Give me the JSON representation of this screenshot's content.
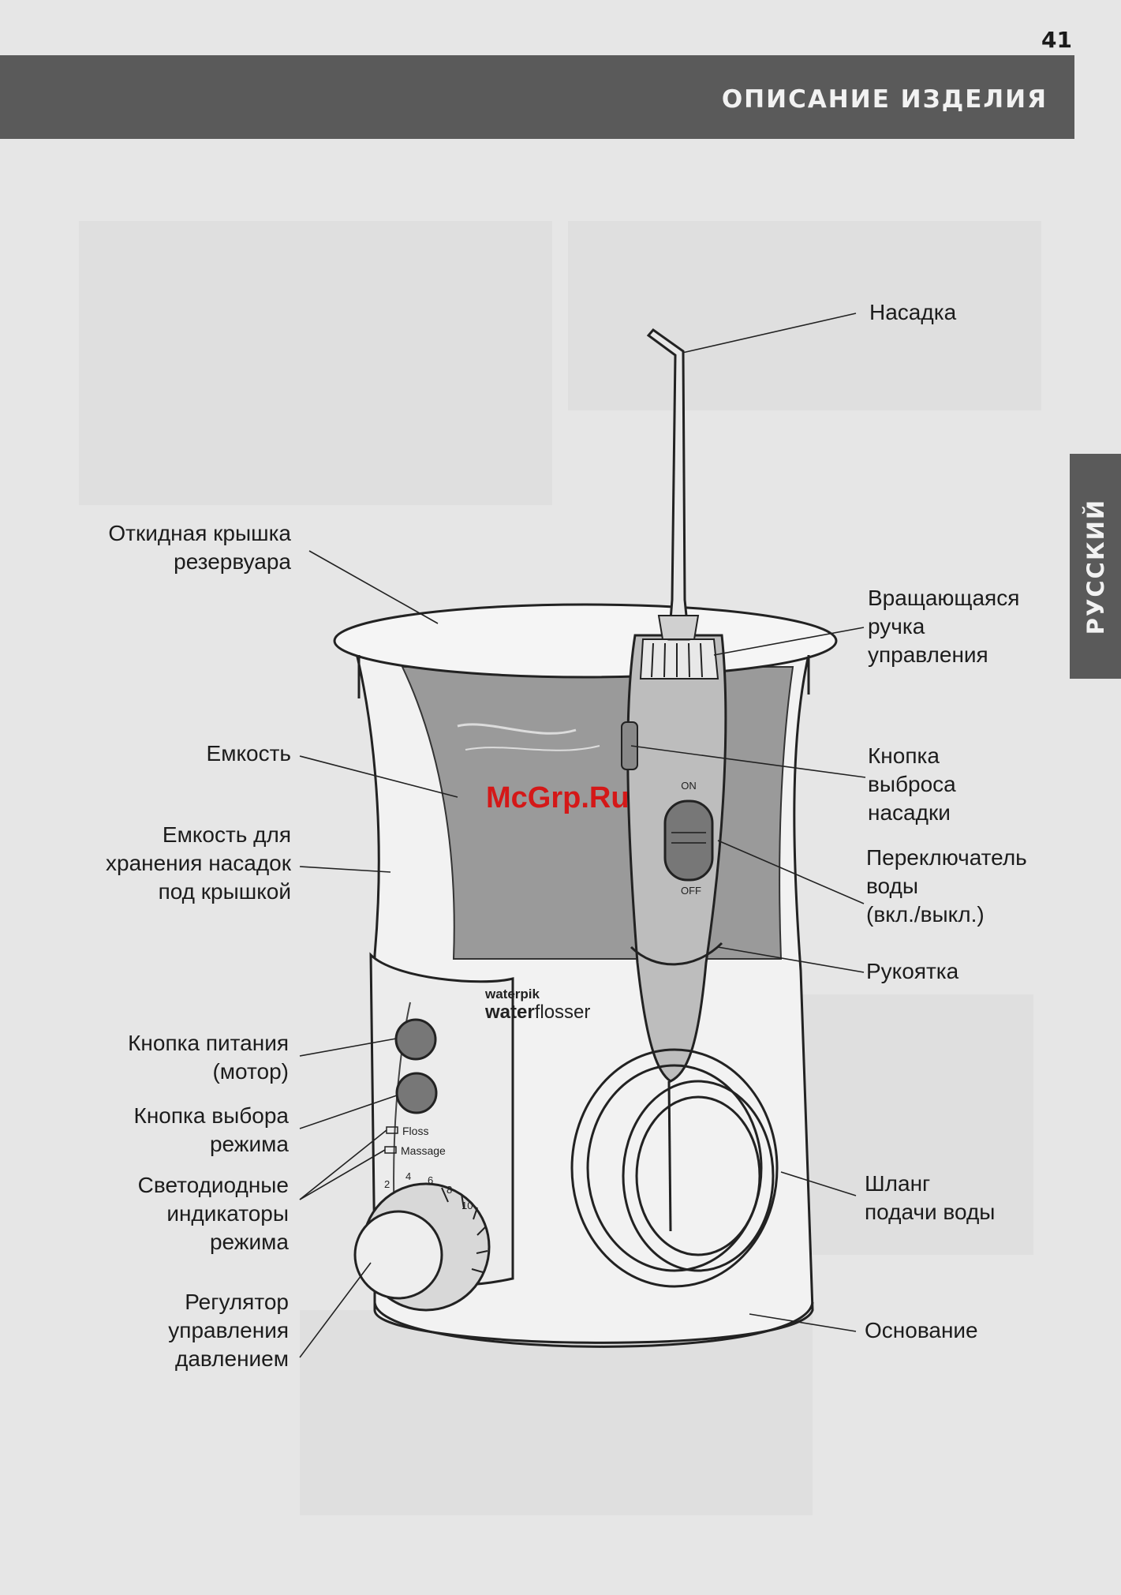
{
  "page": {
    "number": "41",
    "section_title": "ОПИСАНИЕ ИЗДЕЛИЯ",
    "language_tab": "РУССКИЙ"
  },
  "watermark": "McGrp.Ru",
  "device": {
    "brand_small": "waterpik",
    "brand_bold": "water",
    "brand_light": "flosser",
    "switch_on": "ON",
    "switch_off": "OFF",
    "indicator_floss": "Floss",
    "indicator_massage": "Massage",
    "dial_numbers": [
      "2",
      "4",
      "6",
      "8",
      "10"
    ]
  },
  "labels_left": [
    {
      "id": "lid",
      "lines": [
        "Откидная крышка",
        "резервуара"
      ]
    },
    {
      "id": "reservoir",
      "lines": [
        "Емкость"
      ]
    },
    {
      "id": "tip-storage",
      "lines": [
        "Емкость для",
        "хранения насадок",
        "под крышкой"
      ]
    },
    {
      "id": "power-button",
      "lines": [
        "Кнопка питания",
        "(мотор)"
      ]
    },
    {
      "id": "mode-button",
      "lines": [
        "Кнопка выбора",
        "режима"
      ]
    },
    {
      "id": "mode-leds",
      "lines": [
        "Светодиодные",
        "индикаторы",
        "режима"
      ]
    },
    {
      "id": "pressure-dial",
      "lines": [
        "Регулятор",
        "управления",
        "давлением"
      ]
    }
  ],
  "labels_right": [
    {
      "id": "tip",
      "lines": [
        "Насадка"
      ]
    },
    {
      "id": "rotation-control",
      "lines": [
        "Вращающаяся",
        "ручка",
        "управления"
      ]
    },
    {
      "id": "tip-eject",
      "lines": [
        "Кнопка",
        "выброса",
        "насадки"
      ]
    },
    {
      "id": "water-switch",
      "lines": [
        "Переключатель",
        "воды",
        "(вкл./выкл.)"
      ]
    },
    {
      "id": "handle",
      "lines": [
        "Рукоятка"
      ]
    },
    {
      "id": "hose",
      "lines": [
        "Шланг",
        "подачи воды"
      ]
    },
    {
      "id": "base",
      "lines": [
        "Основание"
      ]
    }
  ]
}
